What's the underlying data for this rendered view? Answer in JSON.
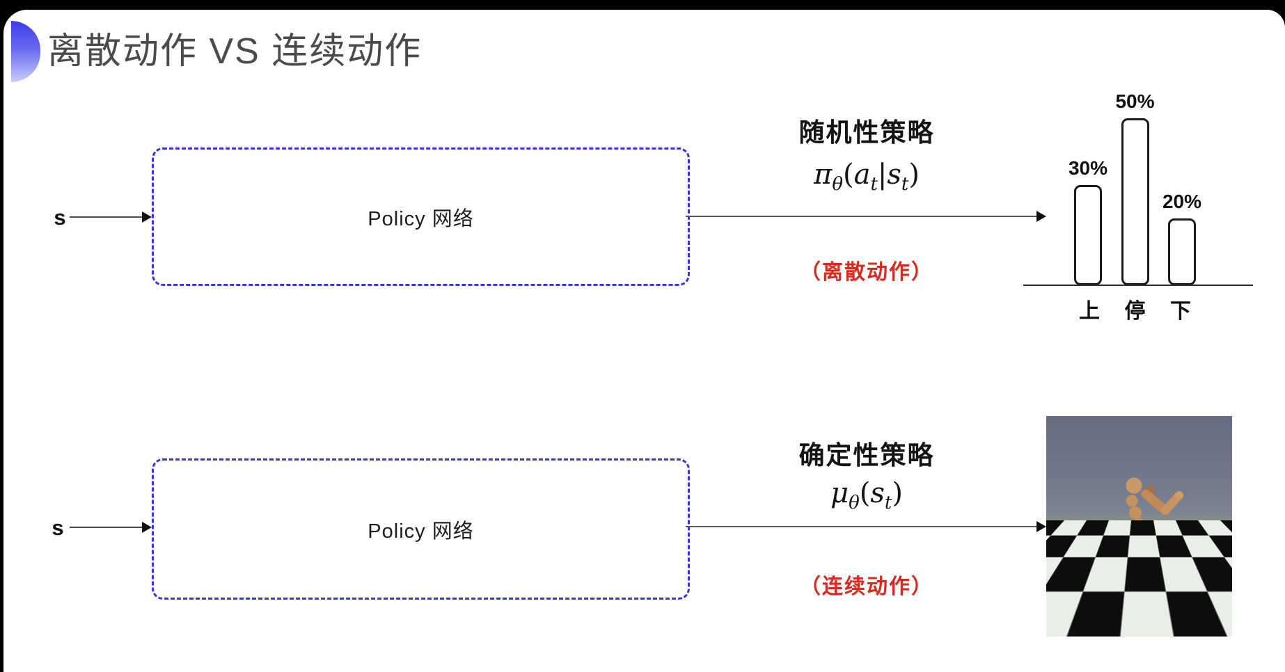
{
  "slide": {
    "title": "离散动作 VS 连续动作",
    "accent_color": "#4040e8",
    "title_color": "#4b4b4b"
  },
  "discrete_row": {
    "input_label": "s",
    "box_label": "Policy 网络",
    "policy_label": "随机性策略",
    "formula": {
      "base": "π",
      "base_sub": "θ",
      "open": "(",
      "arg1": "a",
      "arg1_sub": "t",
      "bar": "|",
      "arg2": "s",
      "arg2_sub": "t",
      "close": ")"
    },
    "action_type_label": "（离散动作）",
    "action_color": "#d92a20"
  },
  "continuous_row": {
    "input_label": "s",
    "box_label": "Policy 网络",
    "policy_label": "确定性策略",
    "formula": {
      "base": "μ",
      "base_sub": "θ",
      "open": "(",
      "arg1": "s",
      "arg1_sub": "t",
      "close": ")"
    },
    "action_type_label": "（连续动作）",
    "action_color": "#d92a20"
  },
  "chart_data": {
    "type": "bar",
    "title": "",
    "categories": [
      "上",
      "停",
      "下"
    ],
    "values": [
      30,
      50,
      20
    ],
    "value_labels": [
      "30%",
      "50%",
      "20%"
    ],
    "unit": "%",
    "ylim": [
      0,
      55
    ],
    "grid": false,
    "legend": false
  },
  "simulation_image": {
    "description": "humanoid robot running on checkerboard floor",
    "sky_color": "#6b7185",
    "floor_colors": [
      "#0d0d0d",
      "#e9eee6"
    ],
    "robot_color": "#c78f5a"
  }
}
